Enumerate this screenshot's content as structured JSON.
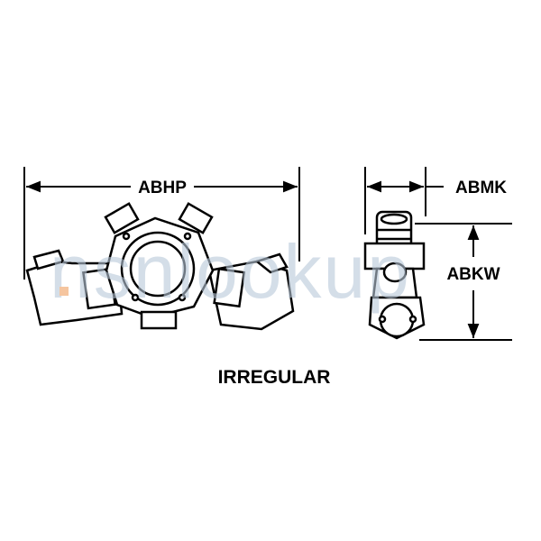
{
  "dimensions": {
    "width_label": "ABHP",
    "depth_label": "ABMK",
    "height_label": "ABKW"
  },
  "shape_caption": "IRREGULAR",
  "watermark": "nsnlookup",
  "colors": {
    "line": "#000000",
    "watermark": "#b9c9d9",
    "watermark_accent": "#f0a060"
  }
}
